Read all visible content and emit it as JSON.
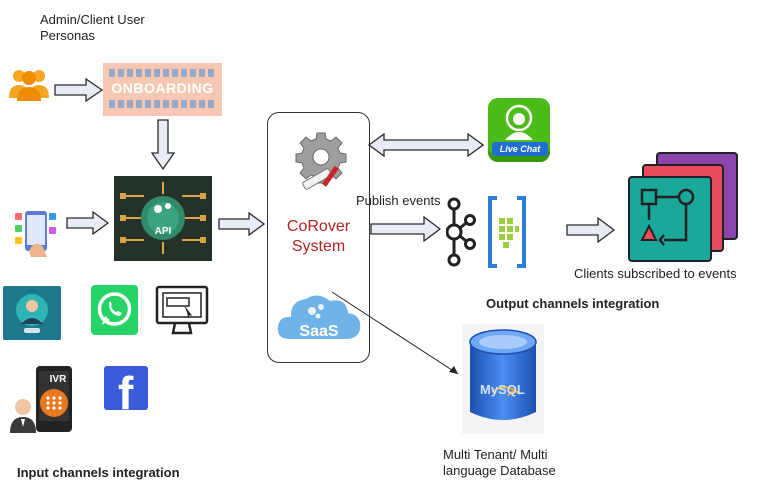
{
  "personas": {
    "title_line1": "Admin/Client User",
    "title_line2": "Personas"
  },
  "onboarding": {
    "label": "ONBOARDING"
  },
  "api": {
    "label": "API"
  },
  "core": {
    "name_line1": "CoRover",
    "name_line2": "System",
    "saas_label": "SaaS"
  },
  "publish": {
    "label": "Publish events"
  },
  "live_chat": {
    "label": "Live Chat"
  },
  "clients": {
    "label": "Clients subscribed to events"
  },
  "output": {
    "title": "Output channels integration"
  },
  "database": {
    "logo_text": "MySQL",
    "label_line1": "Multi Tenant/ Multi",
    "label_line2": "language Database"
  },
  "input": {
    "title": "Input channels integration",
    "ivr_label": "IVR",
    "facebook_glyph": "f"
  },
  "colors": {
    "arrow_fill": "#e8edf5",
    "arrow_stroke": "#2b2b2b",
    "core_red": "#b22222",
    "persona_orange": "#f5a623",
    "live_chat_green": "#4cbb17",
    "whatsapp_green": "#25d366",
    "facebook_blue": "#3b5bdb",
    "db_blue": "#2f6fd6",
    "teal": "#1aa89a"
  }
}
